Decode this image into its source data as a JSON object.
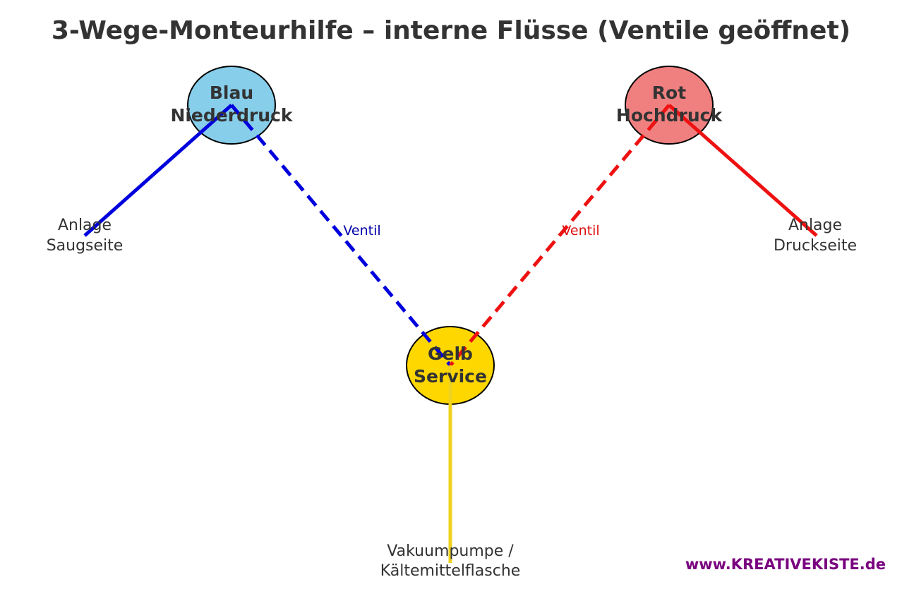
{
  "title": "3-Wege-Monteurhilfe – interne Flüsse (Ventile geöffnet)",
  "nodes": {
    "blue": {
      "line1": "Blau",
      "line2": "Niederdruck",
      "fill": "#87CEEB",
      "line_color": "#0000DD"
    },
    "red": {
      "line1": "Rot",
      "line2": "Hochdruck",
      "fill": "#F08080",
      "line_color": "#EE1111"
    },
    "yellow": {
      "line1": "Gelb",
      "line2": "Service",
      "fill": "#FFD700",
      "line_color": "#EED21E"
    }
  },
  "endpoints": {
    "suction": {
      "line1": "Anlage",
      "line2": "Saugseite"
    },
    "pressure": {
      "line1": "Anlage",
      "line2": "Druckseite"
    },
    "service": {
      "line1": "Vakuumpumpe /",
      "line2": "Kältemittelflasche"
    }
  },
  "valves": {
    "blue": {
      "label": "Ventil",
      "color": "#0000AA"
    },
    "red": {
      "label": "Ventil",
      "color": "#DD1111"
    }
  },
  "branding": {
    "text": "www.KREATIVEKISTE.de",
    "color": "#7A0080"
  }
}
